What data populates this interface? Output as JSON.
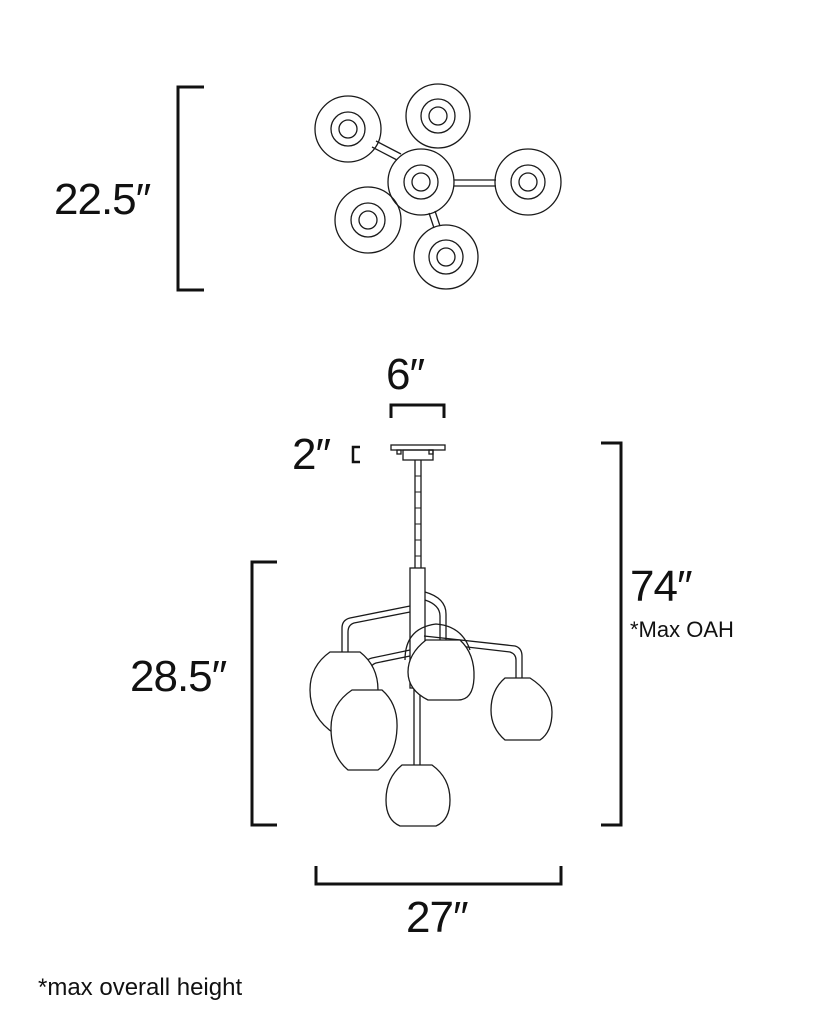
{
  "diagram": {
    "subject": "6-light globe pendant chandelier",
    "top_view": {
      "dimension_label": "22.5″",
      "dimension": {
        "value": 22.5,
        "unit": "in",
        "axis": "depth"
      }
    },
    "side_view": {
      "canopy_width": {
        "label": "6″",
        "value": 6,
        "unit": "in"
      },
      "canopy_height": {
        "label": "2″",
        "value": 2,
        "unit": "in"
      },
      "fixture_height": {
        "label": "28.5″",
        "value": 28.5,
        "unit": "in"
      },
      "overall_height": {
        "label": "74″",
        "value": 74,
        "unit": "in",
        "note": "*Max OAH"
      },
      "width": {
        "label": "27″",
        "value": 27,
        "unit": "in"
      }
    },
    "footnote": "*max overall height",
    "colors": {
      "line": "#1a1a1a",
      "background": "#ffffff"
    }
  }
}
